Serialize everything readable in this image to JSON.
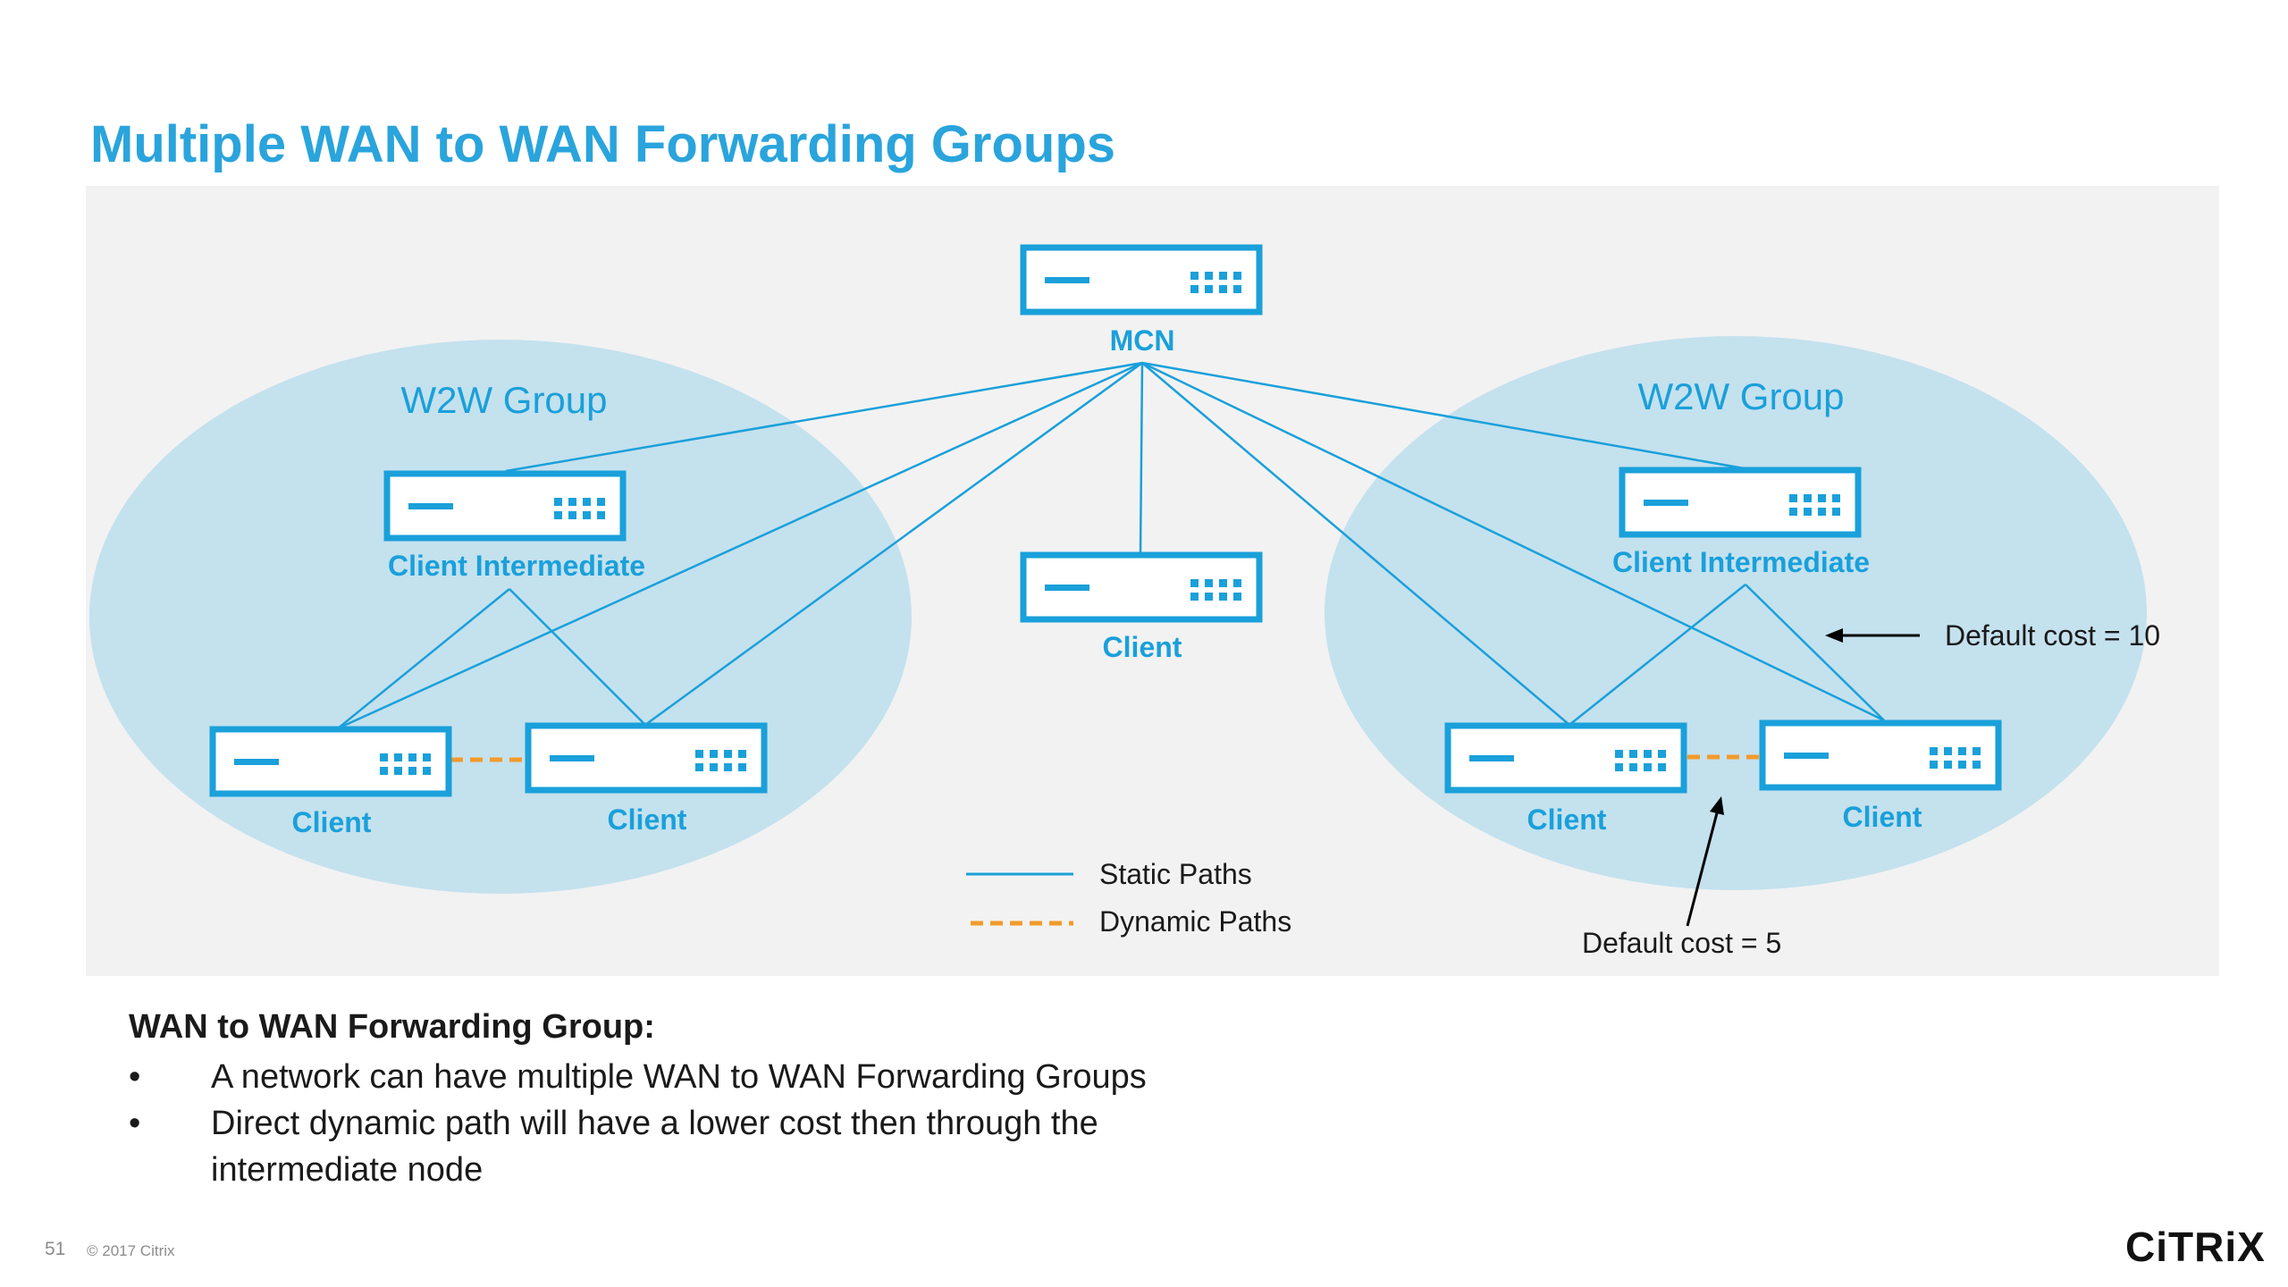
{
  "slide": {
    "title": "Multiple WAN to WAN Forwarding Groups"
  },
  "diagram": {
    "groups": [
      {
        "label": "W2W Group"
      },
      {
        "label": "W2W Group"
      }
    ],
    "nodes": {
      "mcn": "MCN",
      "left_intermediate": "Client Intermediate",
      "center_client": "Client",
      "left_client_1": "Client",
      "left_client_2": "Client",
      "right_intermediate": "Client Intermediate",
      "right_client_1": "Client",
      "right_client_2": "Client"
    },
    "annotations": {
      "cost_10": "Default cost = 10",
      "cost_5": "Default cost = 5"
    },
    "legend": {
      "static": "Static Paths",
      "dynamic": "Dynamic Paths"
    },
    "colors": {
      "device": "#1aa0da",
      "group_fill": "#c4e1ee",
      "static_path": "#1aa0da",
      "dynamic_path": "#f39a2b",
      "title": "#2aa4dc"
    }
  },
  "notes": {
    "heading": "WAN to WAN Forwarding Group:",
    "bullets": [
      "A network can have multiple WAN to WAN Forwarding Groups",
      "Direct dynamic path will have a lower cost then through the intermediate node"
    ]
  },
  "footer": {
    "page_number": "51",
    "copyright": "© 2017 Citrix",
    "logo": "CiTRiX"
  }
}
